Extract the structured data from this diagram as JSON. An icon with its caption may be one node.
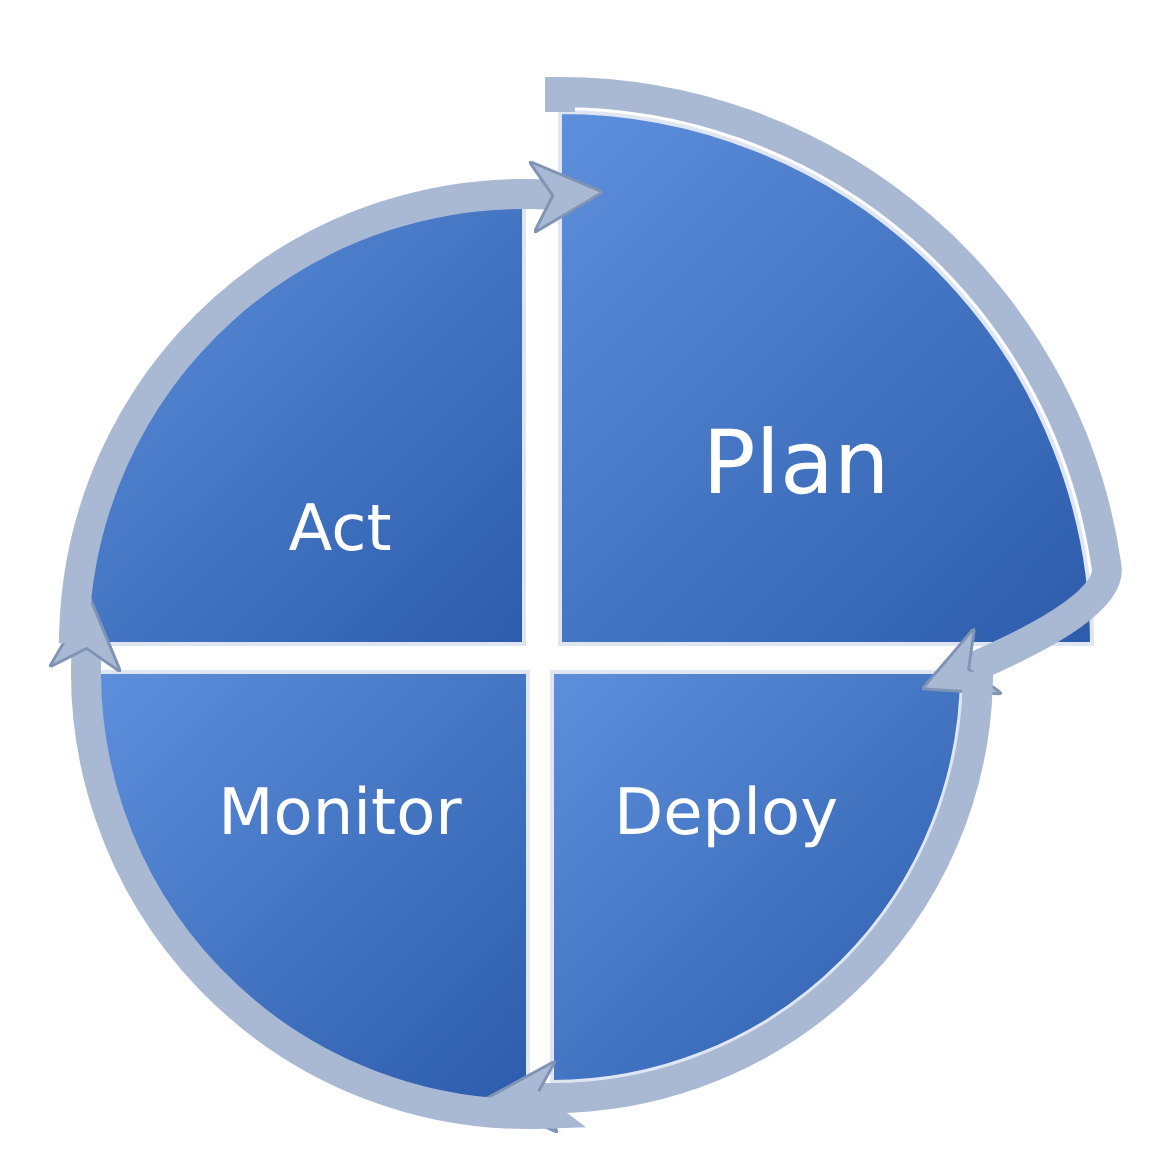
{
  "diagram": {
    "nodes": [
      {
        "text": [
          "Plan"
        ]
      },
      {
        "text": [
          "Deploy"
        ]
      },
      {
        "text": [
          "Monitor"
        ]
      },
      {
        "text": [
          "Act"
        ]
      }
    ],
    "edges": [
      {
        "from": 0,
        "to": 1,
        "arrow": "to"
      },
      {
        "from": 1,
        "to": 2,
        "arrow": "to"
      },
      {
        "from": 2,
        "to": 3,
        "arrow": "to"
      },
      {
        "from": 3,
        "to": 0,
        "arrow": "to"
      }
    ]
  }
}
